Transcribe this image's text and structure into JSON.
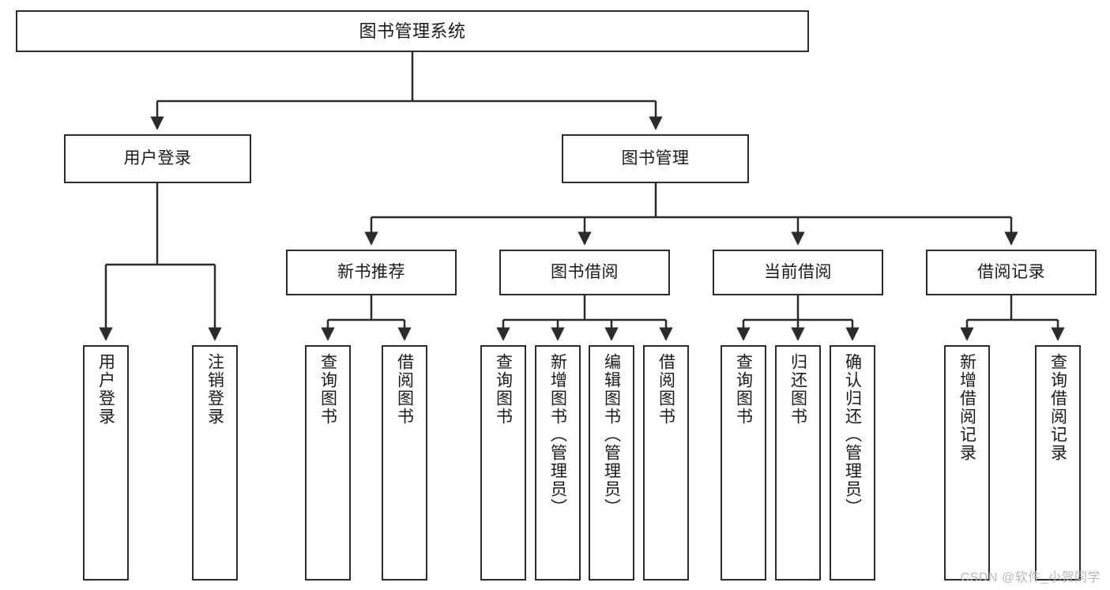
{
  "diagram": {
    "title": "图书管理系统",
    "type": "hierarchy-tree",
    "orientation": "top-down",
    "style": {
      "box_border_color": "#2b2b2b",
      "box_fill_color": "#ffffff",
      "connector_color": "#2b2b2b",
      "text_color": "#1a1a1a",
      "background": "#ffffff"
    },
    "levels": [
      {
        "level": 1,
        "nodes": [
          {
            "id": "root",
            "label": "图书管理系统",
            "text_direction": "horizontal"
          }
        ]
      },
      {
        "level": 2,
        "nodes": [
          {
            "id": "login",
            "label": "用户登录",
            "text_direction": "horizontal",
            "parent": "root"
          },
          {
            "id": "bookmgmt",
            "label": "图书管理",
            "text_direction": "horizontal",
            "parent": "root"
          }
        ]
      },
      {
        "level": 3,
        "nodes": [
          {
            "id": "newbook",
            "label": "新书推荐",
            "text_direction": "horizontal",
            "parent": "bookmgmt"
          },
          {
            "id": "borrow",
            "label": "图书借阅",
            "text_direction": "horizontal",
            "parent": "bookmgmt"
          },
          {
            "id": "current",
            "label": "当前借阅",
            "text_direction": "horizontal",
            "parent": "bookmgmt"
          },
          {
            "id": "records",
            "label": "借阅记录",
            "text_direction": "horizontal",
            "parent": "bookmgmt"
          }
        ]
      },
      {
        "level": 4,
        "nodes": [
          {
            "id": "leaf-user-login",
            "label": "用户登录",
            "text_direction": "vertical",
            "parent": "login"
          },
          {
            "id": "leaf-user-logout",
            "label": "注销登录",
            "text_direction": "vertical",
            "parent": "login"
          },
          {
            "id": "leaf-query-book-1",
            "label": "查询图书",
            "text_direction": "vertical",
            "parent": "newbook"
          },
          {
            "id": "leaf-borrow-book-1",
            "label": "借阅图书",
            "text_direction": "vertical",
            "parent": "newbook"
          },
          {
            "id": "leaf-query-book-2",
            "label": "查询图书",
            "text_direction": "vertical",
            "parent": "borrow"
          },
          {
            "id": "leaf-add-book",
            "label": "新增图书（管理员）",
            "text_direction": "vertical",
            "parent": "borrow"
          },
          {
            "id": "leaf-edit-book",
            "label": "编辑图书（管理员）",
            "text_direction": "vertical",
            "parent": "borrow"
          },
          {
            "id": "leaf-borrow-book-2",
            "label": "借阅图书",
            "text_direction": "vertical",
            "parent": "borrow"
          },
          {
            "id": "leaf-query-book-3",
            "label": "查询图书",
            "text_direction": "vertical",
            "parent": "current"
          },
          {
            "id": "leaf-return-book",
            "label": "归还图书",
            "text_direction": "vertical",
            "parent": "current"
          },
          {
            "id": "leaf-confirm-return",
            "label": "确认归还（管理员）",
            "text_direction": "vertical",
            "parent": "current"
          },
          {
            "id": "leaf-add-record",
            "label": "新增借阅记录",
            "text_direction": "vertical",
            "parent": "records"
          },
          {
            "id": "leaf-query-record",
            "label": "查询借阅记录",
            "text_direction": "vertical",
            "parent": "records"
          }
        ]
      }
    ],
    "edges": [
      {
        "from": "root",
        "to": "login"
      },
      {
        "from": "root",
        "to": "bookmgmt"
      },
      {
        "from": "bookmgmt",
        "to": "newbook"
      },
      {
        "from": "bookmgmt",
        "to": "borrow"
      },
      {
        "from": "bookmgmt",
        "to": "current"
      },
      {
        "from": "bookmgmt",
        "to": "records"
      },
      {
        "from": "login",
        "to": "leaf-user-login"
      },
      {
        "from": "login",
        "to": "leaf-user-logout"
      },
      {
        "from": "newbook",
        "to": "leaf-query-book-1"
      },
      {
        "from": "newbook",
        "to": "leaf-borrow-book-1"
      },
      {
        "from": "borrow",
        "to": "leaf-query-book-2"
      },
      {
        "from": "borrow",
        "to": "leaf-add-book"
      },
      {
        "from": "borrow",
        "to": "leaf-edit-book"
      },
      {
        "from": "borrow",
        "to": "leaf-borrow-book-2"
      },
      {
        "from": "current",
        "to": "leaf-query-book-3"
      },
      {
        "from": "current",
        "to": "leaf-return-book"
      },
      {
        "from": "current",
        "to": "leaf-confirm-return"
      },
      {
        "from": "records",
        "to": "leaf-add-record"
      },
      {
        "from": "records",
        "to": "leaf-query-record"
      }
    ]
  },
  "watermark": {
    "text": "CSDN @软件_小贺同学"
  }
}
